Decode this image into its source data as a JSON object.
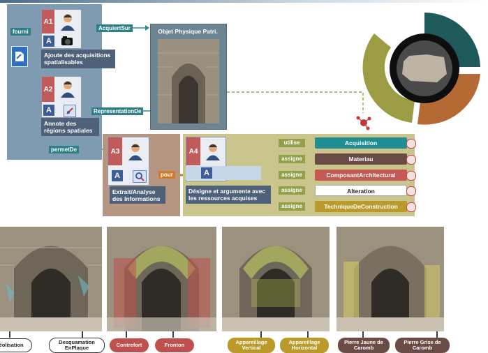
{
  "diagram": {
    "agents": [
      {
        "code": "A1",
        "caption": "Ajoute des acquisitions spatialisables"
      },
      {
        "code": "A2",
        "caption": "Annote des régions spatiales"
      },
      {
        "code": "A3",
        "caption": "Extrait/Analyse des Informations"
      },
      {
        "code": "A4",
        "caption": "Désigne et argumente avec les ressources acquises"
      }
    ],
    "edges": {
      "fourni": "fourni",
      "acquiertSur": "AcquiertSur",
      "representationDe": "RepresentationDe",
      "permetDe": "permetDe",
      "pour": "pour"
    },
    "object_title": "Objet Physique Patri.",
    "relations": [
      {
        "label": "utilise",
        "target": "Acquisition",
        "color": "#1f8f93",
        "text": "#ffffff"
      },
      {
        "label": "assigne",
        "target": "Materiau",
        "color": "#6a4b45",
        "text": "#ffffff"
      },
      {
        "label": "assigne",
        "target": "ComposantArchitectural",
        "color": "#c55a55",
        "text": "#ffffff"
      },
      {
        "label": "assigne",
        "target": "Alteration",
        "color": "#ffffff",
        "text": "#222222"
      },
      {
        "label": "assigne",
        "target": "TechniqueDeConstruction",
        "color": "#b99a2a",
        "text": "#ffffff"
      }
    ],
    "photo_labels": [
      {
        "text": "...éolisation",
        "bg": "#ffffff",
        "fg": "#222222"
      },
      {
        "text": "Desquamation EnPlaque",
        "bg": "#ffffff",
        "fg": "#222222"
      },
      {
        "text": "Contrefort",
        "bg": "#c0504d",
        "fg": "#ffffff"
      },
      {
        "text": "Fronton",
        "bg": "#c0504d",
        "fg": "#ffffff"
      },
      {
        "text": "Appareillage Vertical",
        "bg": "#b99a2a",
        "fg": "#ffffff"
      },
      {
        "text": "Appareillage Horizontal",
        "bg": "#b99a2a",
        "fg": "#ffffff"
      },
      {
        "text": "Pierre Jaune de Caromb",
        "bg": "#6a4b45",
        "fg": "#ffffff"
      },
      {
        "text": "Pierre Grise de Caromb",
        "bg": "#6a4b45",
        "fg": "#ffffff"
      }
    ],
    "photo_overlays": [
      "none",
      "red",
      "yellow",
      "stones"
    ],
    "colors": {
      "panel_blue": "#7e9bb1",
      "panel_brown": "#b59683",
      "panel_green": "#c9c58d",
      "edge": "#2e7f86",
      "agent_code": "#c15b5b"
    }
  }
}
